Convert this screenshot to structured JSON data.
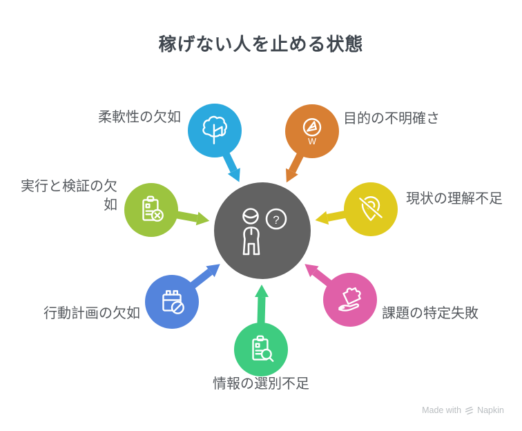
{
  "title": "稼げない人を止める状態",
  "center": {
    "icon": "person-question-icon",
    "color": "#626262",
    "question_mark": "?"
  },
  "nodes": [
    {
      "id": "flexibility",
      "label": "柔軟性の欠如",
      "icon": "tree-icon",
      "color": "#2BA9DE",
      "position": "top-left"
    },
    {
      "id": "purpose",
      "label": "目的の不明確さ",
      "icon": "compass-icon",
      "color": "#D87F33",
      "position": "top-right",
      "compass_letter": "W"
    },
    {
      "id": "execution",
      "label": "実行と検証の欠如",
      "icon": "clipboard-x-icon",
      "color": "#9CC43F",
      "position": "left"
    },
    {
      "id": "current-state",
      "label": "現状の理解不足",
      "icon": "location-off-icon",
      "color": "#E0CA1E",
      "position": "right"
    },
    {
      "id": "action-plan",
      "label": "行動計画の欠如",
      "icon": "calendar-blocked-icon",
      "color": "#5484DC",
      "position": "bottom-left"
    },
    {
      "id": "problem-id",
      "label": "課題の特定失敗",
      "icon": "puzzle-hand-icon",
      "color": "#E060A8",
      "position": "bottom-right"
    },
    {
      "id": "info-selection",
      "label": "情報の選別不足",
      "icon": "clipboard-search-icon",
      "color": "#3ECC80",
      "position": "bottom"
    }
  ],
  "colors": {
    "background": "#FFFFFF",
    "title_text": "#3F464E",
    "label_text": "#54585D",
    "watermark_text": "#B9BDC0",
    "icon_stroke": "#FFFFFF"
  },
  "watermark": {
    "prefix": "Made with",
    "brand": "Napkin"
  }
}
